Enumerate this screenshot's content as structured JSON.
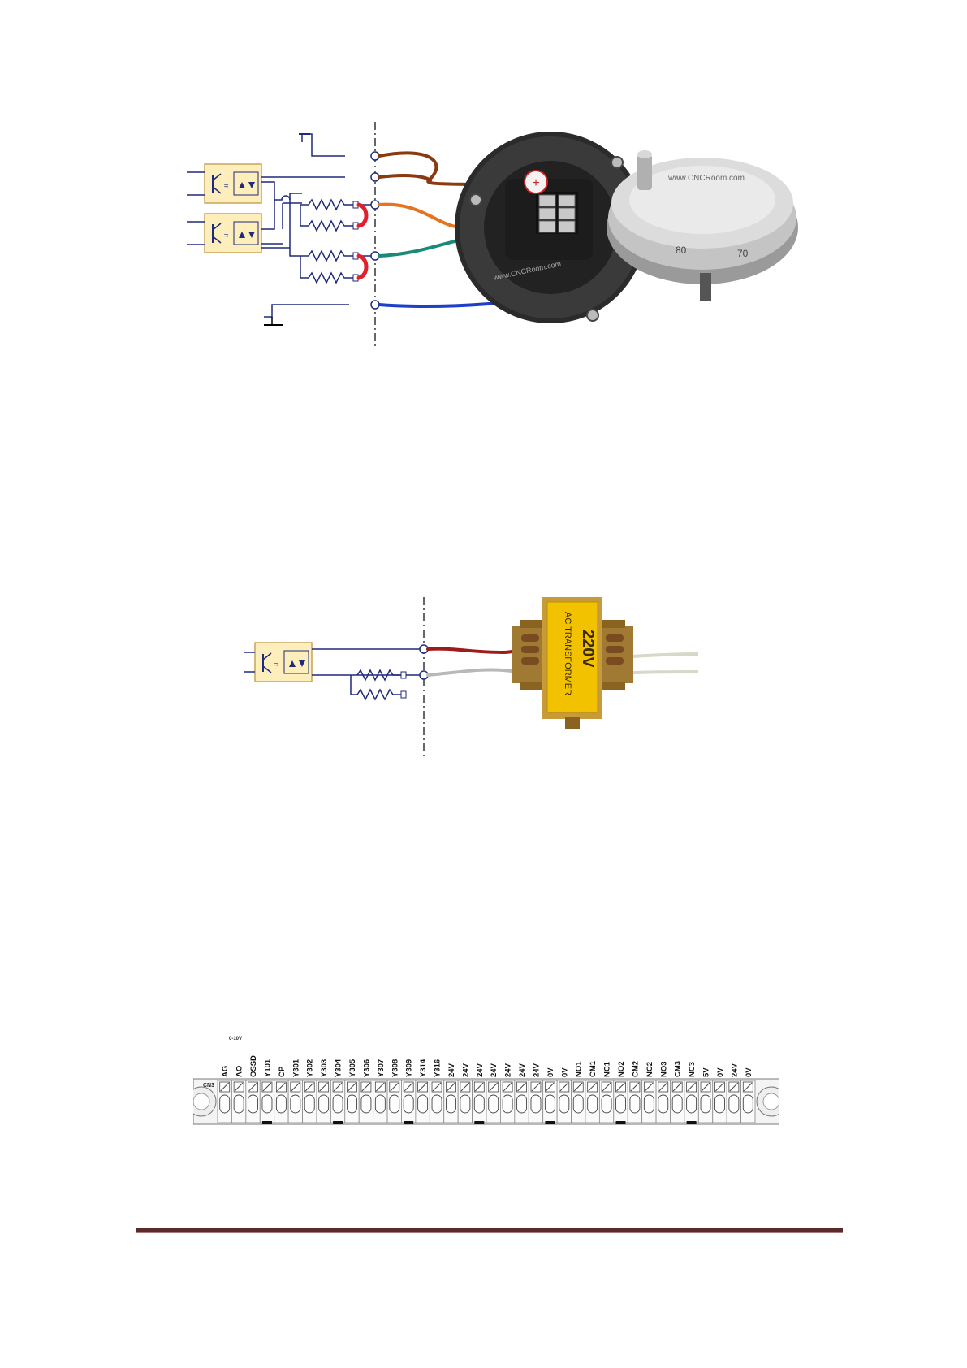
{
  "figures": {
    "handwheel": {
      "watermark_top": "www.CNCRoom.com",
      "watermark_bottom": "www.CNCRoom.com",
      "dial_labels": [
        "70",
        "80"
      ],
      "terminal_symbol": "+"
    },
    "transformer": {
      "voltage": "220V",
      "label": "AC TRANSFORMER"
    },
    "terminal_block": {
      "connector_id": "CN3",
      "range_label": "0-10V",
      "labels": [
        "AG",
        "AO",
        "OSSD",
        "Y101",
        "CP",
        "Y301",
        "Y302",
        "Y303",
        "Y304",
        "Y305",
        "Y306",
        "Y307",
        "Y308",
        "Y309",
        "Y314",
        "Y316",
        "24V",
        "24V",
        "24V",
        "24V",
        "24V",
        "24V",
        "24V",
        "0V",
        "0V",
        "NO1",
        "CM1",
        "NC1",
        "NO2",
        "CM2",
        "NC2",
        "NO3",
        "CM3",
        "NC3",
        "5V",
        "0V",
        "24V",
        "0V"
      ]
    }
  },
  "colors": {
    "opto_fill": "#fdeebb",
    "opto_border": "#c9a35a",
    "wire_circuit": "#1f2a7a",
    "wire_brown": "#8a3a10",
    "wire_orange": "#e5731f",
    "wire_teal": "#1a8a78",
    "wire_blue": "#1e3fc9",
    "jumper_red": "#e0202a",
    "transformer_yellow": "#f2c200",
    "transformer_core": "#a07a32",
    "footer": "#5b2a2a"
  }
}
